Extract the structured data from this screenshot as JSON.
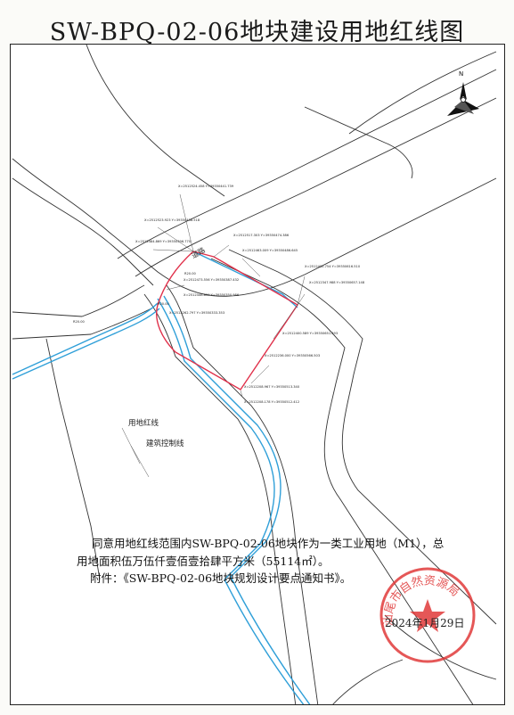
{
  "document": {
    "title": "SW-BPQ-02-06地块建设用地红线图",
    "declaration_line1": "同意用地红线范围内SW-BPQ-02-06地块作为一类工业用地（M1），总",
    "declaration_line2": "用地面积伍万伍仟壹佰壹拾肆平方米（55114㎡）。",
    "declaration_line3": "附件：《SW-BPQ-02-06地块规划设计要点通知书》。",
    "date": "2024年1月29日",
    "seal_text": "汕尾市自然资源局"
  },
  "map": {
    "north_label": "N",
    "legend_red_line": "用地红线",
    "legend_build_line": "建筑控制线",
    "road_label": "道路",
    "coordinates": [
      "X=2512524.458 Y=39350441.739",
      "X=2512523.923 Y=39350438.518",
      "X=2512484.869 Y=39350396.770",
      "X=2512517.303 Y=39350474.386",
      "X=2512463.009 Y=39350486.645",
      "X=2512432.754 Y=39350616.510",
      "X=2512473.556 Y=39350387.432",
      "X=2512448.859 Y=39350350.986",
      "X=2512347.988 Y=39350657.148",
      "X=2512262.797 Y=39350333.353",
      "X=2512400.589 Y=39350651.293",
      "X=2512236.000 Y=39350566.503",
      "X=2512208.967 Y=39350513.340",
      "X=2512208.178 Y=39350512.412"
    ],
    "dimension_labels": [
      "R20.00",
      "R20.00",
      "R20.00"
    ]
  },
  "colors": {
    "red_line": "#e0304a",
    "build_line": "#2f9fd8",
    "road_line": "#333333",
    "seal": "#e03a3a"
  }
}
